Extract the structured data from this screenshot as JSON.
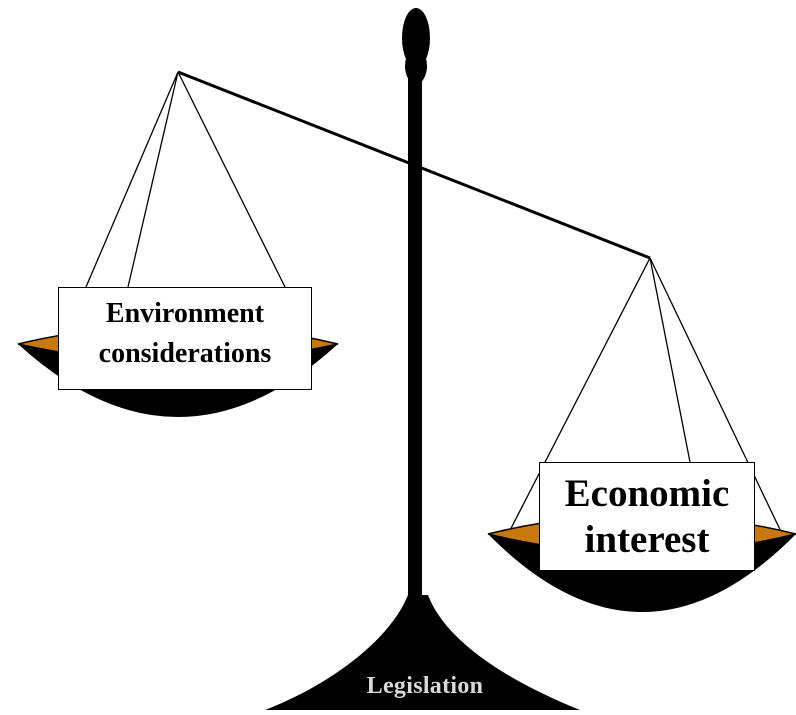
{
  "left_pan": {
    "label_lines": [
      "Environment",
      "considerations"
    ]
  },
  "right_pan": {
    "label_lines": [
      "Economic",
      "interest"
    ]
  },
  "base": {
    "label": "Legislation"
  },
  "colors": {
    "pan_rim": "#c8790e",
    "pan_body": "#000000",
    "stand": "#000000",
    "strings": "#000000",
    "base_label": "#d9d9d9",
    "background": "#ffffff"
  }
}
